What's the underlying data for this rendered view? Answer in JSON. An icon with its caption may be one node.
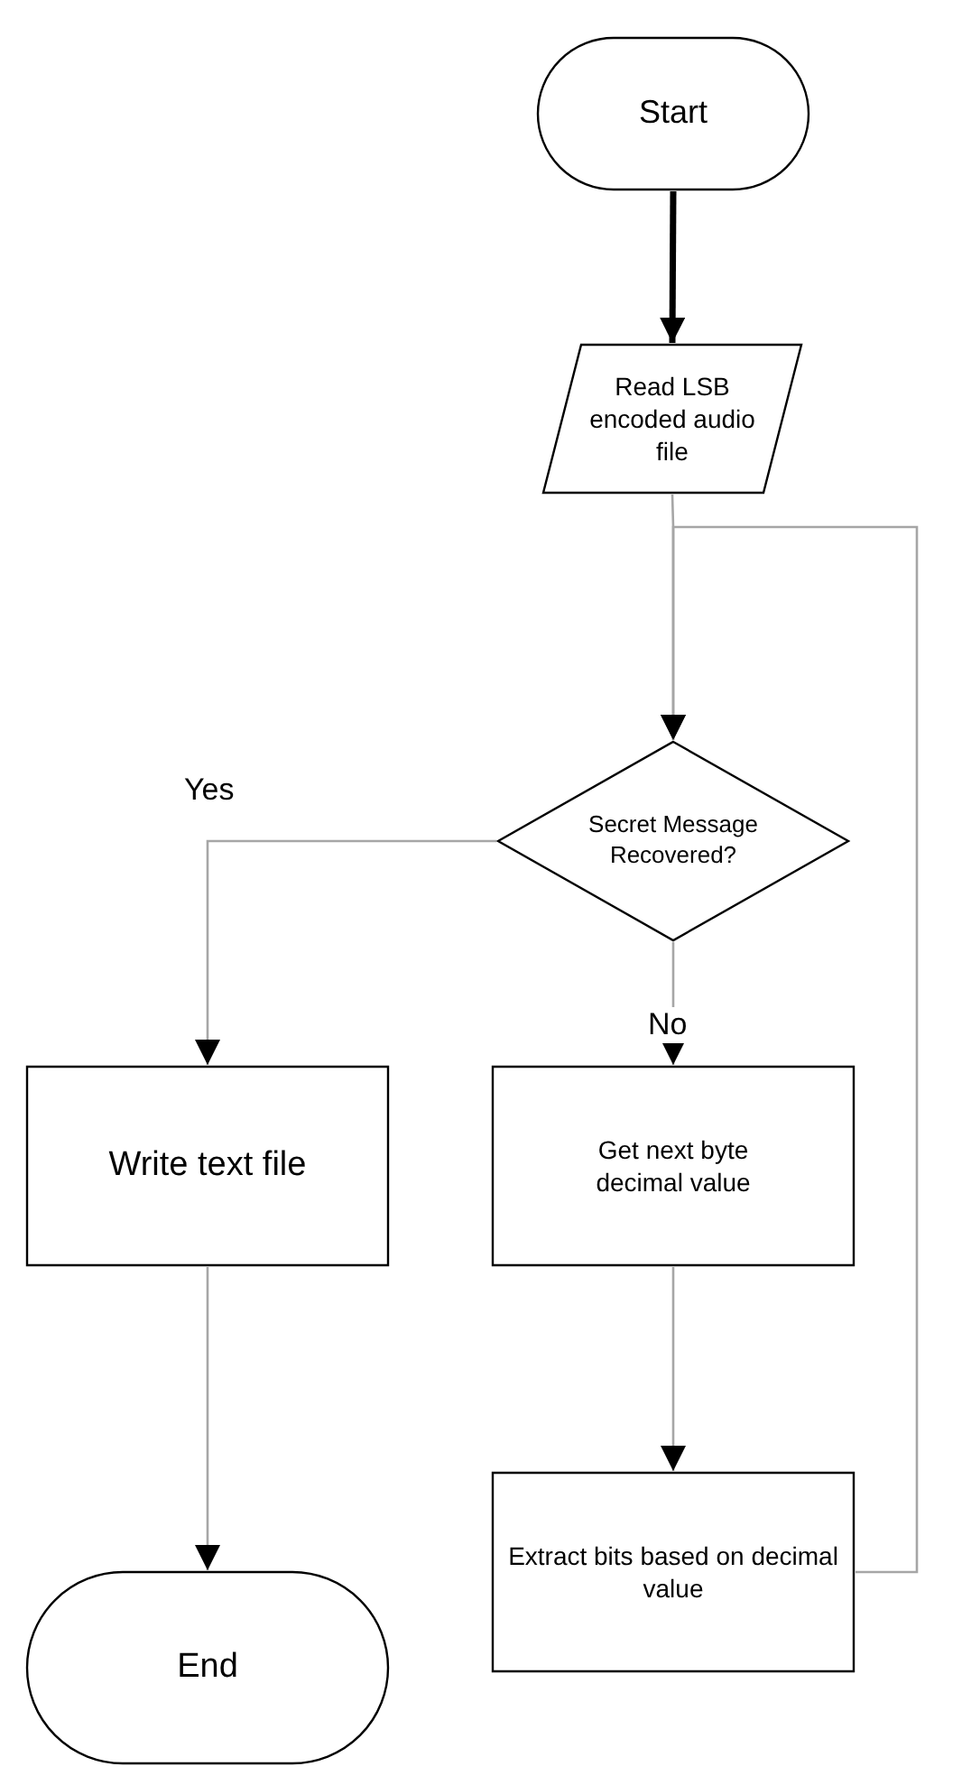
{
  "diagram": {
    "nodes": [
      {
        "text": [
          "Start"
        ]
      },
      {
        "text": [
          "Read LSB encoded audio file"
        ]
      },
      {
        "text": [
          "Secret Message Recovered?"
        ]
      },
      {
        "text": [
          "Write text file"
        ]
      },
      {
        "text": [
          "Get next byte decimal value"
        ]
      },
      {
        "text": [
          "Extract bits based on decimal value"
        ]
      },
      {
        "text": [
          "End"
        ]
      }
    ],
    "edges": [
      {
        "from": 0,
        "to": 1,
        "arrow": "to",
        "color": "#000000",
        "style": "thick"
      },
      {
        "from": 1,
        "to": 2,
        "arrow": "to"
      },
      {
        "from": 2,
        "to": 3,
        "arrow": "to",
        "label": "Yes"
      },
      {
        "from": 2,
        "to": 4,
        "arrow": "to",
        "label": "No"
      },
      {
        "from": 4,
        "to": 5,
        "arrow": "to"
      },
      {
        "from": 5,
        "to": 2,
        "arrow": "to"
      },
      {
        "from": 3,
        "to": 6,
        "arrow": "to"
      }
    ]
  }
}
